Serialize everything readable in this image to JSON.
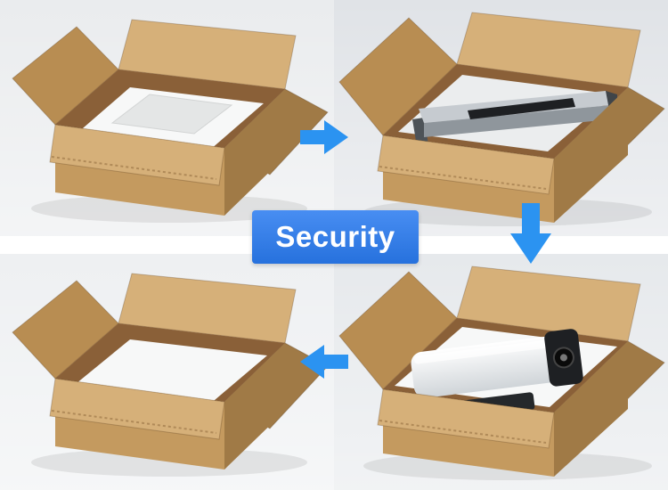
{
  "badge": {
    "label": "Security"
  },
  "colors": {
    "page_bg": "#ffffff",
    "tile_bg_1": "#eaecee",
    "tile_bg_2": "#e0e3e7",
    "tile_bg_3": "#eef0f2",
    "tile_bg_4": "#e6e9ec",
    "badge_bg": "#2a7bf0",
    "badge_text": "#ffffff",
    "arrow_blue": "#2b93f1",
    "cardboard": "#c49a5f",
    "cardboard_light": "#d6b079",
    "cardboard_mid": "#b88d52",
    "cardboard_dark": "#a07a46",
    "cardboard_deep": "#8a6038",
    "foam_white": "#f7f8f8",
    "battery_silver": "#c6cbd0",
    "battery_black": "#1e2023"
  },
  "flow": {
    "steps": [
      {
        "id": 1,
        "position": "top-left",
        "content": "empty-carton-with-foam-tray"
      },
      {
        "id": 2,
        "position": "top-right",
        "content": "battery-lying-in-foam"
      },
      {
        "id": 3,
        "position": "bottom-right",
        "content": "battery-upright-secured-in-foam"
      },
      {
        "id": 4,
        "position": "bottom-left",
        "content": "carton-with-foam-lining"
      }
    ],
    "arrows": [
      {
        "direction": "right",
        "from": 1,
        "to": 2
      },
      {
        "direction": "down",
        "from": 2,
        "to": 3
      },
      {
        "direction": "left",
        "from": 3,
        "to": 4
      }
    ]
  }
}
